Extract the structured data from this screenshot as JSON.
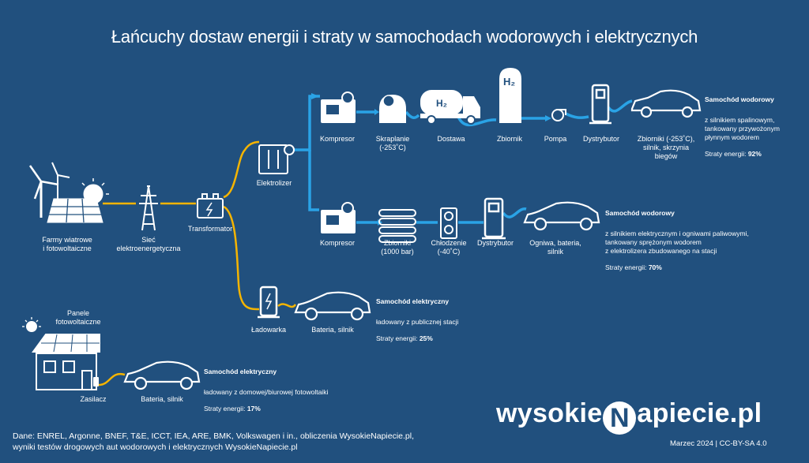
{
  "title": "Łańcuchy dostaw energii i straty w samochodach wodorowych i elektrycznych",
  "nodes": {
    "farms": "Farmy wiatrowe\ni fotowoltaiczne",
    "grid": "Sieć\nelektroenergetyczna",
    "transformer": "Transformator",
    "electrolyzer": "Elektrolizer",
    "compressor_top": "Kompresor",
    "liquefaction": "Skraplanie\n(-253˚C)",
    "delivery": "Dostawa",
    "tank_top": "Zbiornik",
    "pump": "Pompa",
    "dispenser_top": "Dystrybutor",
    "car_top": "Zbiorniki (-253˚C),\nsilnik, skrzynia\nbiegów",
    "compressor_mid": "Kompresor",
    "tanks_mid": "Zbiorniki\n(1000 bar)",
    "cooling": "Chłodzenie\n(-40˚C)",
    "dispenser_mid": "Dystrybutor",
    "car_mid": "Ogniwa, bateria,\nsilnik",
    "charger": "Ładowarka",
    "car_ev": "Bateria, silnik",
    "home_panels": "Panele\nfotowoltaiczne",
    "power_supply": "Zasilacz",
    "car_home": "Bateria, silnik"
  },
  "cases": {
    "h2_liquid": {
      "heading": "Samochód wodorowy",
      "desc": "z silnikiem spalinowym,\ntankowany przywożonym\npłynnym wodorem",
      "loss_label": "Straty energii: ",
      "loss_value": "92%"
    },
    "h2_fuelcell": {
      "heading": "Samochód wodorowy",
      "desc": "z silnikiem elektrycznym i ogniwami paliwowymi,\ntankowany sprężonym wodorem\nz elektrolizera zbudowanego na stacji",
      "loss_label": "Straty energii: ",
      "loss_value": "70%"
    },
    "ev_public": {
      "heading": "Samochód elektryczny",
      "desc": "ładowany z publicznej stacji",
      "loss_label": "Straty energii: ",
      "loss_value": "25%"
    },
    "ev_home": {
      "heading": "Samochód elektryczny",
      "desc": "ładowany z domowej/biurowej fotowoltaiki",
      "loss_label": "Straty energii: ",
      "loss_value": "17%"
    }
  },
  "source": "Dane: ENREL, Argonne, BNEF, T&E, ICCT, IEA, ARE, BMK, Volkswagen i in., obliczenia WysokieNapiecie.pl,\nwyniki testów drogowych aut wodorowych i elektrycznych WysokieNapiecie.pl",
  "brand": {
    "left": "wysokie",
    "mark": "N",
    "right": "apiecie.pl"
  },
  "footer": "Marzec 2024  |  CC-BY-SA 4.0",
  "colors": {
    "background": "#21507e",
    "electric_line": "#f5b400",
    "hydrogen_line": "#2aa3e6"
  }
}
